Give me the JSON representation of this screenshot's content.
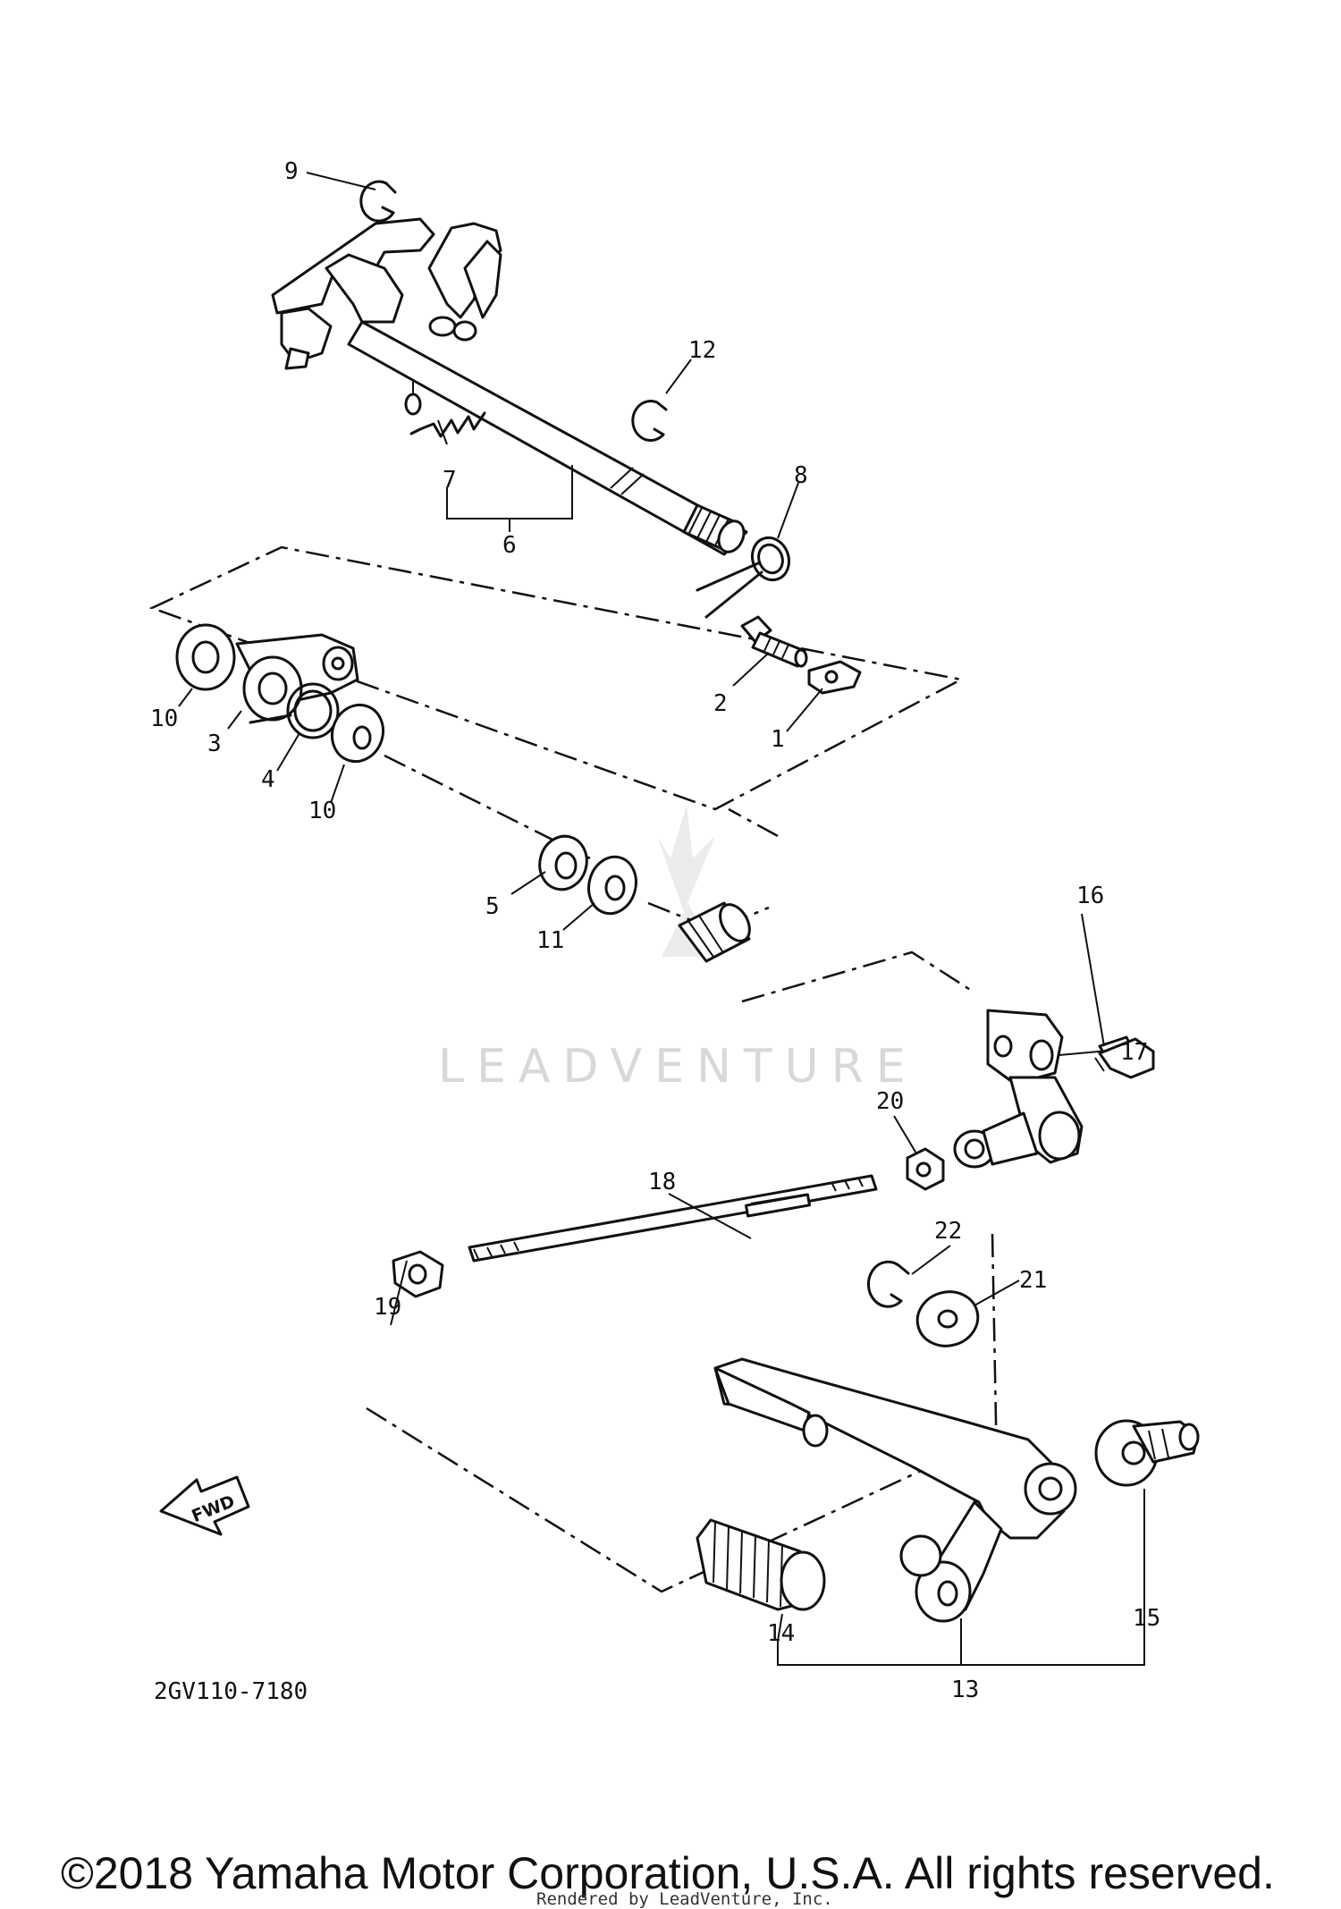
{
  "callouts": {
    "p1": "1",
    "p2": "2",
    "p3": "3",
    "p4": "4",
    "p5": "5",
    "p6": "6",
    "p7": "7",
    "p8": "8",
    "p9": "9",
    "p10a": "10",
    "p10b": "10",
    "p11": "11",
    "p12": "12",
    "p13": "13",
    "p14": "14",
    "p15": "15",
    "p16": "16",
    "p17": "17",
    "p18": "18",
    "p19": "19",
    "p20": "20",
    "p21": "21",
    "p22": "22"
  },
  "fwd_label": "FWD",
  "diagram_code": "2GV110-7180",
  "watermark": "LEADVENTURE",
  "copyright": "©2018 Yamaha Motor Corporation, U.S.A. All rights reserved.",
  "rendered_by": "Rendered by LeadVenture, Inc."
}
